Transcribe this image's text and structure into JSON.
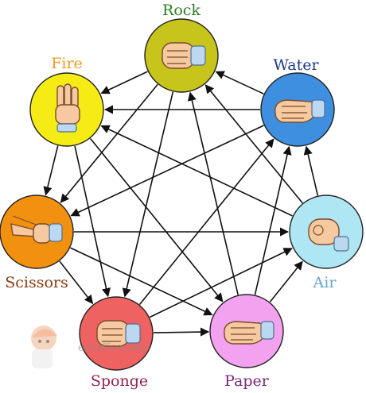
{
  "diagram": {
    "nodes": [
      {
        "id": "rock",
        "label": "Rock",
        "color": "#c7c41c",
        "label_color": "#2e7d22"
      },
      {
        "id": "water",
        "label": "Water",
        "color": "#3f8fe0",
        "label_color": "#1c3a86"
      },
      {
        "id": "air",
        "label": "Air",
        "color": "#aee6f3",
        "label_color": "#6aa6c6"
      },
      {
        "id": "paper",
        "label": "Paper",
        "color": "#f3a2ef",
        "label_color": "#7a2a7a"
      },
      {
        "id": "sponge",
        "label": "Sponge",
        "color": "#ee6262",
        "label_color": "#962255"
      },
      {
        "id": "scissors",
        "label": "Scissors",
        "color": "#f2900f",
        "label_color": "#8a3a10"
      },
      {
        "id": "fire",
        "label": "Fire",
        "color": "#f5ec15",
        "label_color": "#f09a20"
      }
    ],
    "edges": [
      [
        "rock",
        "fire"
      ],
      [
        "rock",
        "scissors"
      ],
      [
        "rock",
        "sponge"
      ],
      [
        "water",
        "rock"
      ],
      [
        "water",
        "fire"
      ],
      [
        "water",
        "scissors"
      ],
      [
        "air",
        "water"
      ],
      [
        "air",
        "rock"
      ],
      [
        "air",
        "fire"
      ],
      [
        "paper",
        "air"
      ],
      [
        "paper",
        "water"
      ],
      [
        "paper",
        "rock"
      ],
      [
        "sponge",
        "paper"
      ],
      [
        "sponge",
        "air"
      ],
      [
        "sponge",
        "water"
      ],
      [
        "scissors",
        "sponge"
      ],
      [
        "scissors",
        "paper"
      ],
      [
        "scissors",
        "air"
      ],
      [
        "fire",
        "scissors"
      ],
      [
        "fire",
        "sponge"
      ],
      [
        "fire",
        "paper"
      ]
    ],
    "watermark": "echoffice.com"
  }
}
